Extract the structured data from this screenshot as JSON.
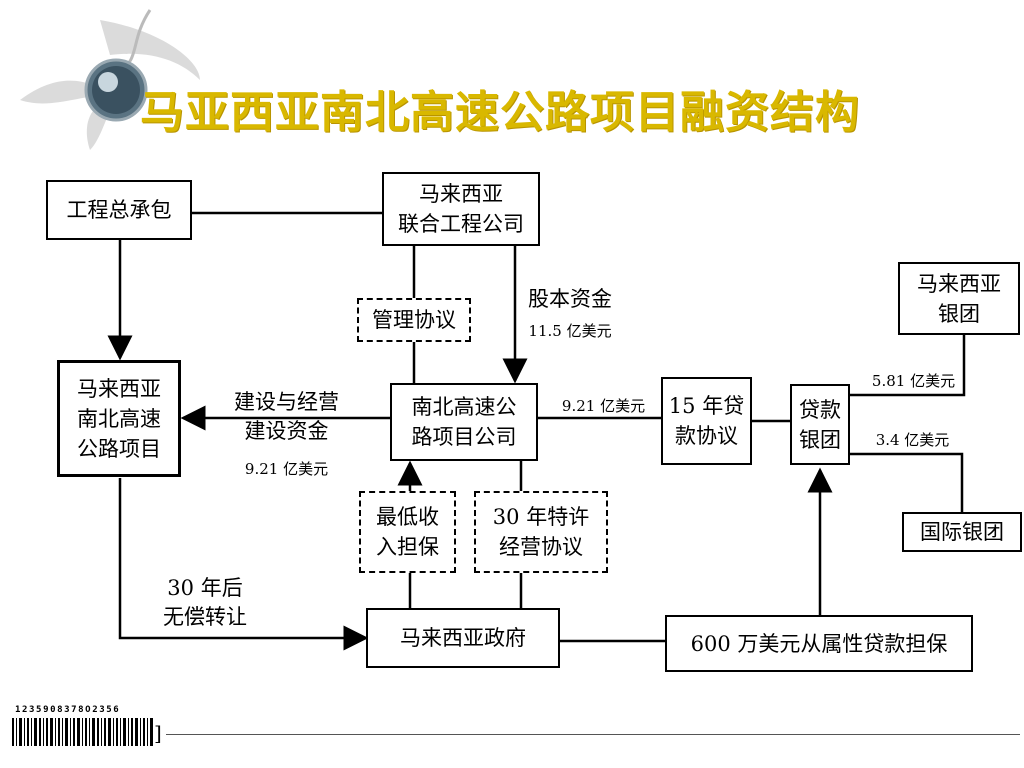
{
  "title": "马亚西亚南北高速公路项目融资结构",
  "nodes": {
    "epc": "工程总承包",
    "consortium": "马来西亚\n联合工程公司",
    "project": "马来西亚\n南北高速\n公路项目",
    "company": "南北高速公\n路项目公司",
    "loan_agreement": "15 年贷\n款协议",
    "syndicate": "贷款\n银团",
    "my_bank": "马来西亚\n银团",
    "intl_bank": "国际银团",
    "government": "马来西亚政府",
    "guarantee": "600 万美元从属性贷款担保",
    "management": "管理协议",
    "min_income": "最低收\n入担保",
    "concession": "30 年特许\n经营协议"
  },
  "labels": {
    "equity": "股本资金",
    "equity_amount": "11.5 亿美元",
    "construction": "建设与经营\n建设资金",
    "construction_amount": "9.21 亿美元",
    "loan_amount": "9.21 亿美元",
    "my_bank_amount": "5.81 亿美元",
    "intl_bank_amount": "3.4 亿美元",
    "transfer": "30 年后\n无偿转让"
  },
  "footer": {
    "barcode_digits": "1235908378O2356",
    "bracket": "]"
  }
}
